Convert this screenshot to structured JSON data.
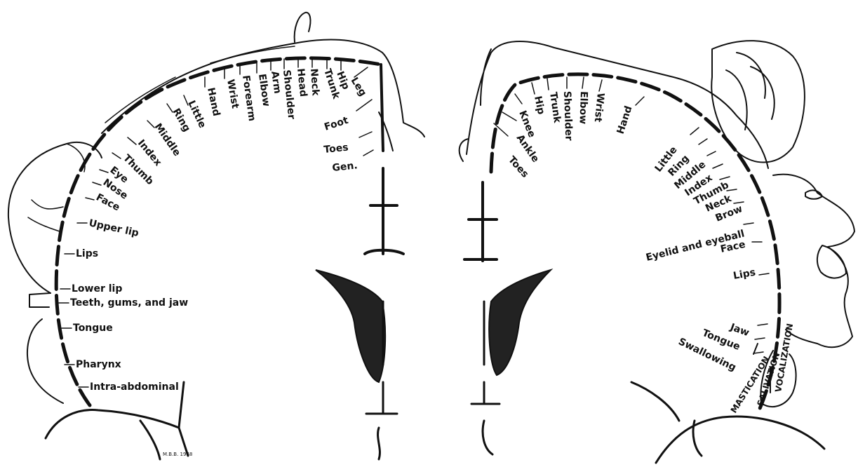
{
  "sensory": {
    "labels": [
      "Intra-abdominal",
      "Pharynx",
      "Tongue",
      "Teeth, gums, and jaw",
      "Lower lip",
      "Lips",
      "Upper lip",
      "Face",
      "Nose",
      "Eye",
      "Thumb",
      "Index",
      "Middle",
      "Ring",
      "Little",
      "Hand",
      "Wrist",
      "Forearm",
      "Elbow",
      "Arm",
      "Shoulder",
      "Head",
      "Neck",
      "Trunk",
      "Hip",
      "Leg",
      "Foot",
      "Toes",
      "Gen."
    ],
    "signature": "M.B.B. 1948"
  },
  "motor": {
    "labels": [
      "Toes",
      "Ankle",
      "Knee",
      "Hip",
      "Trunk",
      "Shoulder",
      "Elbow",
      "Wrist",
      "Hand",
      "Little",
      "Ring",
      "Middle",
      "Index",
      "Thumb",
      "Neck",
      "Brow",
      "Eyelid and eyeball",
      "Face",
      "Lips",
      "Jaw",
      "Tongue",
      "Swallowing"
    ],
    "vertical_labels": [
      "VOCALIZATION",
      "SALIVATION",
      "MASTICATION"
    ]
  }
}
